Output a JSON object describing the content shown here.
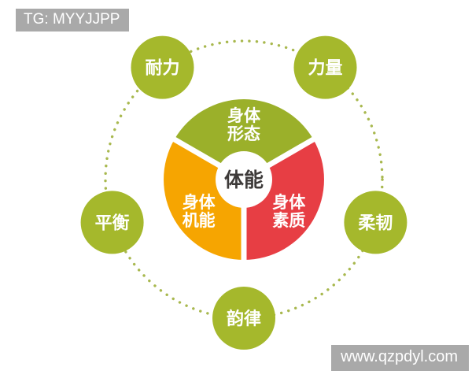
{
  "badges": {
    "top_left": "TG: MYYJJPP",
    "bottom_right": "www.qzpdyl.com"
  },
  "chart_data": {
    "type": "pie",
    "variant": "donut-with-satellite-nodes",
    "center_label": "体能",
    "segments": [
      {
        "id": "body-shape",
        "label": "身体形态",
        "lines": [
          "身体",
          "形态"
        ],
        "color": "#9bb02a",
        "start_angle": 30,
        "end_angle": 150,
        "label_angle": 90
      },
      {
        "id": "body-function",
        "label": "身体机能",
        "lines": [
          "身体",
          "机能"
        ],
        "color": "#f6a501",
        "start_angle": 150,
        "end_angle": 270,
        "label_angle": 215
      },
      {
        "id": "physical-quality",
        "label": "身体素质",
        "lines": [
          "身体",
          "素质"
        ],
        "color": "#e73e44",
        "start_angle": 270,
        "end_angle": 390,
        "label_angle": 325
      }
    ],
    "separator_angles": [
      30,
      150,
      270
    ],
    "satellites": [
      {
        "id": "strength",
        "label": "力量",
        "angle": 54
      },
      {
        "id": "endurance",
        "label": "耐力",
        "angle": 126
      },
      {
        "id": "balance",
        "label": "平衡",
        "angle": 198
      },
      {
        "id": "rhythm",
        "label": "韵律",
        "angle": 270
      },
      {
        "id": "flexibility",
        "label": "柔韧",
        "angle": 342
      }
    ],
    "colors": {
      "satellite_fill": "#a5b82c",
      "dotted_ring": "#a8b84e",
      "center_text": "#3d3a39",
      "segment_label_text": "#ffffff",
      "satellite_label_text": "#ffffff",
      "separator": "#ffffff",
      "donut_hole": "#ffffff",
      "badge_bg": "#a9a9a9",
      "badge_text": "#ffffff",
      "background": "#ffffff"
    }
  }
}
